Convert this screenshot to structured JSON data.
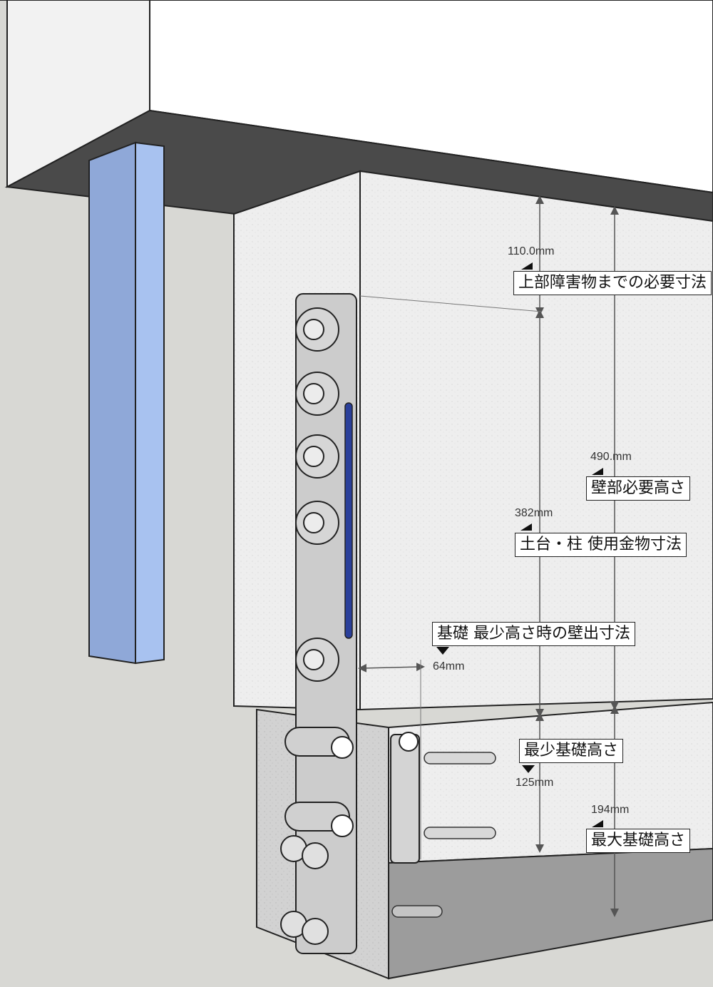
{
  "colors": {
    "background": "#d8d8d4",
    "wall_white": "#ffffff",
    "slab_dark": "#4a4a4a",
    "concrete": "#eeeeee",
    "bracket_blue": "#9db6e8",
    "metal": "#c8c8c8"
  },
  "labels": {
    "upper_clearance": "上部障害物までの必要寸法",
    "wall_required_height": "壁部必要高さ",
    "sill_post_bracket": "土台・柱 使用金物寸法",
    "min_foundation_overhang": "基礎 最少高さ時の壁出寸法",
    "min_foundation_height": "最少基礎高さ",
    "max_foundation_height": "最大基礎高さ"
  },
  "dimensions": {
    "upper_clearance": "110.0mm",
    "wall_required_height": "490.mm",
    "sill_post_bracket": "382mm",
    "min_foundation_overhang": "64mm",
    "min_foundation_height": "125mm",
    "max_foundation_height": "194mm"
  },
  "icons": [
    "hex-bolt-icon",
    "washer-icon",
    "anchor-bolt-icon"
  ]
}
